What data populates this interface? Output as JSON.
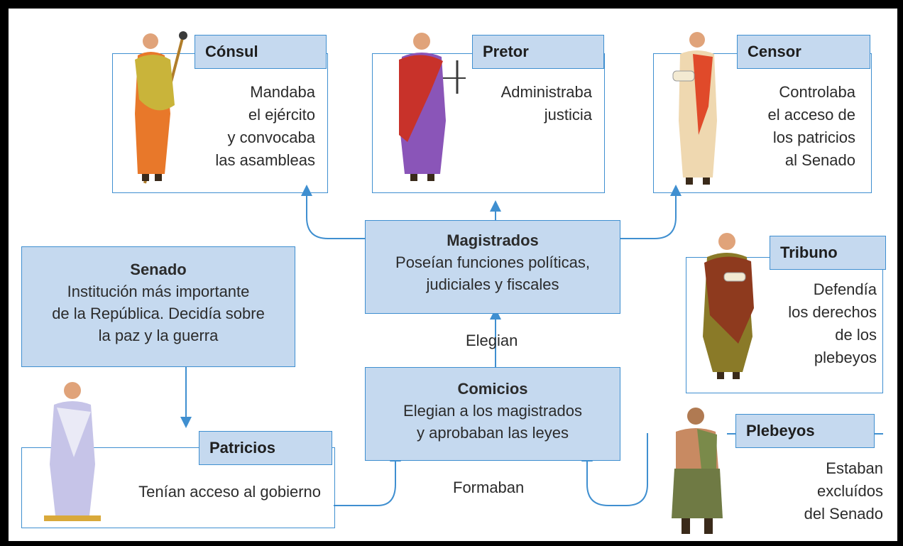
{
  "magistrates": {
    "consul": {
      "title": "Cónsul",
      "description": "Mandaba\nel ejército\ny convocaba\nlas asambleas"
    },
    "pretor": {
      "title": "Pretor",
      "description": "Administraba\njusticia"
    },
    "censor": {
      "title": "Censor",
      "description": "Controlaba\nel acceso de\nlos patricios\nal Senado"
    }
  },
  "magistrados_box": {
    "title": "Magistrados",
    "line1": "Poseían funciones políticas,",
    "line2": "judiciales y fiscales"
  },
  "senado_box": {
    "title": "Senado",
    "line1": "Institución más importante",
    "line2": "de la República. Decidía sobre",
    "line3": "la paz y la guerra"
  },
  "comicios_box": {
    "title": "Comicios",
    "line1": "Elegian a los magistrados",
    "line2": "y aprobaban las leyes"
  },
  "tribuno": {
    "title": "Tribuno",
    "description": "Defendía\nlos derechos\nde los\nplebeyos"
  },
  "patricios": {
    "title": "Patricios",
    "description": "Tenían acceso al gobierno"
  },
  "plebeyos": {
    "title": "Plebeyos",
    "description": "Estaban\nexcluídos\ndel Senado"
  },
  "connectors": {
    "elegian": "Elegian",
    "formaban": "Formaban"
  },
  "colors": {
    "accent": "#3f8fd0",
    "box_fill": "#c5d9ef"
  },
  "icons": [
    "consul-figure-icon",
    "pretor-figure-icon",
    "censor-figure-icon",
    "tribuno-figure-icon",
    "patricio-figure-icon",
    "plebeyo-figure-icon"
  ]
}
